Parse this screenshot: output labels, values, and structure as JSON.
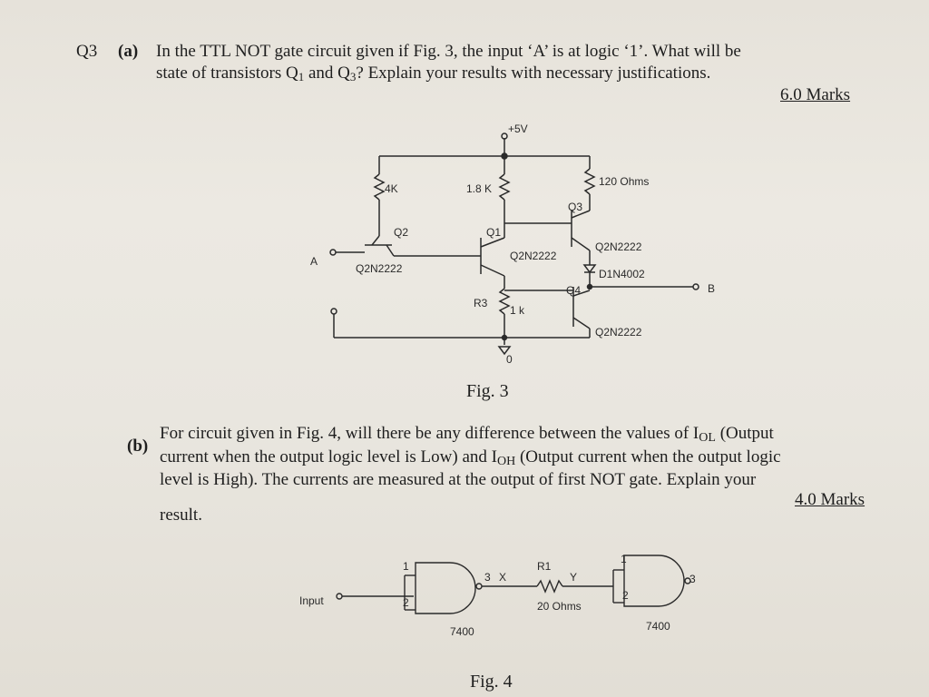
{
  "question": {
    "number": "Q3",
    "part_a_label": "(a)",
    "part_a_line1": "In the TTL NOT gate circuit given if Fig. 3, the input ‘A’ is at logic ‘1’. What will be",
    "part_a_line2_pre": "state of transistors Q",
    "part_a_line2_sub1": "1",
    "part_a_line2_mid": " and Q",
    "part_a_line2_sub2": "3",
    "part_a_line2_post": "? Explain your results with necessary justifications.",
    "part_a_marks": "6.0 Marks",
    "part_b_label": "(b)",
    "part_b_line1_pre": "For circuit given in Fig. 4, will there be any difference between the values of I",
    "part_b_line1_sub": "OL",
    "part_b_line1_post": " (Output",
    "part_b_line2_pre": "current when the output logic level is Low) and I",
    "part_b_line2_sub": "OH",
    "part_b_line2_post": " (Output  current when the output logic",
    "part_b_line3": "level is High). The currents are measured at the output of first NOT gate. Explain your",
    "part_b_line4": "result.",
    "part_b_marks": "4.0 Marks"
  },
  "fig3": {
    "caption": "Fig. 3",
    "supply": "+5V",
    "r_4k": "4K",
    "r_1_8k": "1.8 K",
    "r_120": "120 Ohms",
    "r3_label": "R3",
    "r3_value": "1 k",
    "q1": "Q1",
    "q2": "Q2",
    "q3": "Q3",
    "q4": "Q4",
    "q2_part": "Q2N2222",
    "q1_part": "Q2N2222",
    "q3_part": "Q2N2222",
    "q4_part": "Q2N2222",
    "diode": "D1N4002",
    "input": "A",
    "output": "B",
    "ground": "0"
  },
  "fig4": {
    "caption": "Fig. 4",
    "input_label": "Input",
    "gate1_part": "7400",
    "gate2_part": "7400",
    "pin1": "1",
    "pin2": "2",
    "pin3": "3",
    "g2_pin1": "1",
    "g2_pin2": "2",
    "g2_pin3": "3",
    "node_x": "X",
    "node_y": "Y",
    "resistor_label": "R1",
    "resistor_value": "20 Ohms"
  }
}
